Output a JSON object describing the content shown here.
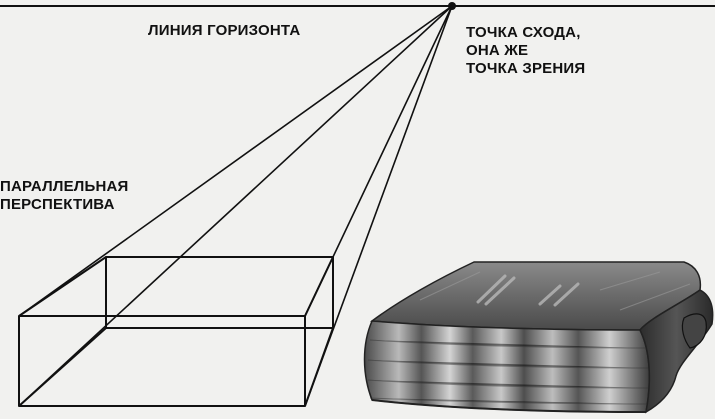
{
  "labels": {
    "horizon_line": "ЛИНИЯ ГОРИЗОНТА",
    "vanishing_point": [
      "ТОЧКА СХОДА,",
      "ОНА ЖЕ",
      "ТОЧКА ЗРЕНИЯ"
    ],
    "parallel_perspective": [
      "ПАРАЛЛЕЛЬНАЯ",
      "ПЕРСПЕКТИВА"
    ]
  },
  "figure": {
    "box": "perspective-box",
    "book": "old-book"
  },
  "colors": {
    "ink": "#111111",
    "paper": "#f1f1ef",
    "book_dark": "#3a3a3a",
    "book_light": "#cfcfcf"
  }
}
